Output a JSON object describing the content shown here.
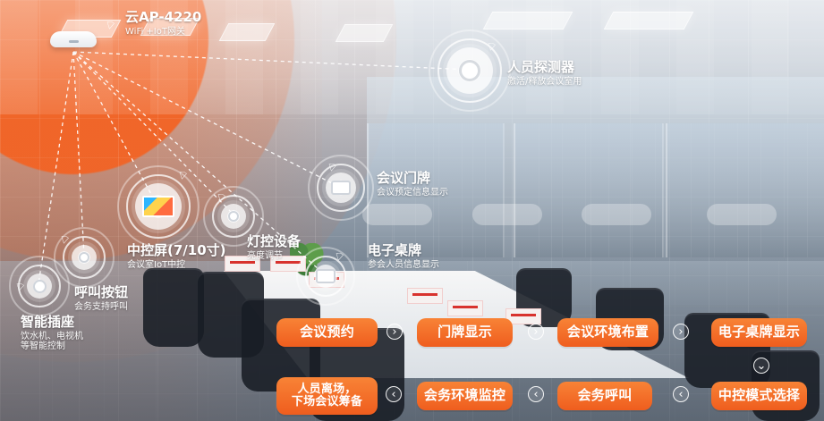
{
  "ap": {
    "title": "云AP-4220",
    "subtitle": "WiFi +IoT网关"
  },
  "devices": [
    {
      "title": "人员探测器",
      "subtitle": "激活/释放会议室用"
    },
    {
      "title": "会议门牌",
      "subtitle": "会议预定信息显示"
    },
    {
      "title": "中控屏(7/10寸)",
      "subtitle": "会议室IoT中控"
    },
    {
      "title": "灯控设备",
      "subtitle": "亮度调节"
    },
    {
      "title": "电子桌牌",
      "subtitle": "参会人员信息显示"
    },
    {
      "title": "呼叫按钮",
      "subtitle": "会务支持呼叫"
    },
    {
      "title": "智能插座",
      "subtitle": "饮水机、电视机\n等智能控制"
    }
  ],
  "process": {
    "top": [
      "会议预约",
      "门牌显示",
      "会议环境布置",
      "电子桌牌显示"
    ],
    "bottom": [
      "人员离场，\n下场会议筹备",
      "会务环境监控",
      "会务呼叫",
      "中控模式选择"
    ]
  },
  "icons": {
    "ap": "wireless-ap-icon",
    "wifi": "wifi-icon",
    "sensor": "occupancy-sensor-icon",
    "doorplate": "doorplate-icon",
    "screen": "control-screen-icon",
    "light": "light-control-icon",
    "desk_nameplate": "desk-nameplate-icon",
    "call_button": "call-button-icon",
    "socket": "smart-socket-icon",
    "arrow_right": "arrow-right-icon",
    "arrow_left": "arrow-left-icon",
    "arrow_down": "arrow-down-icon"
  },
  "colors": {
    "accent": "#F0602A",
    "accent_light": "#F88336",
    "text": "#FFFFFF"
  }
}
